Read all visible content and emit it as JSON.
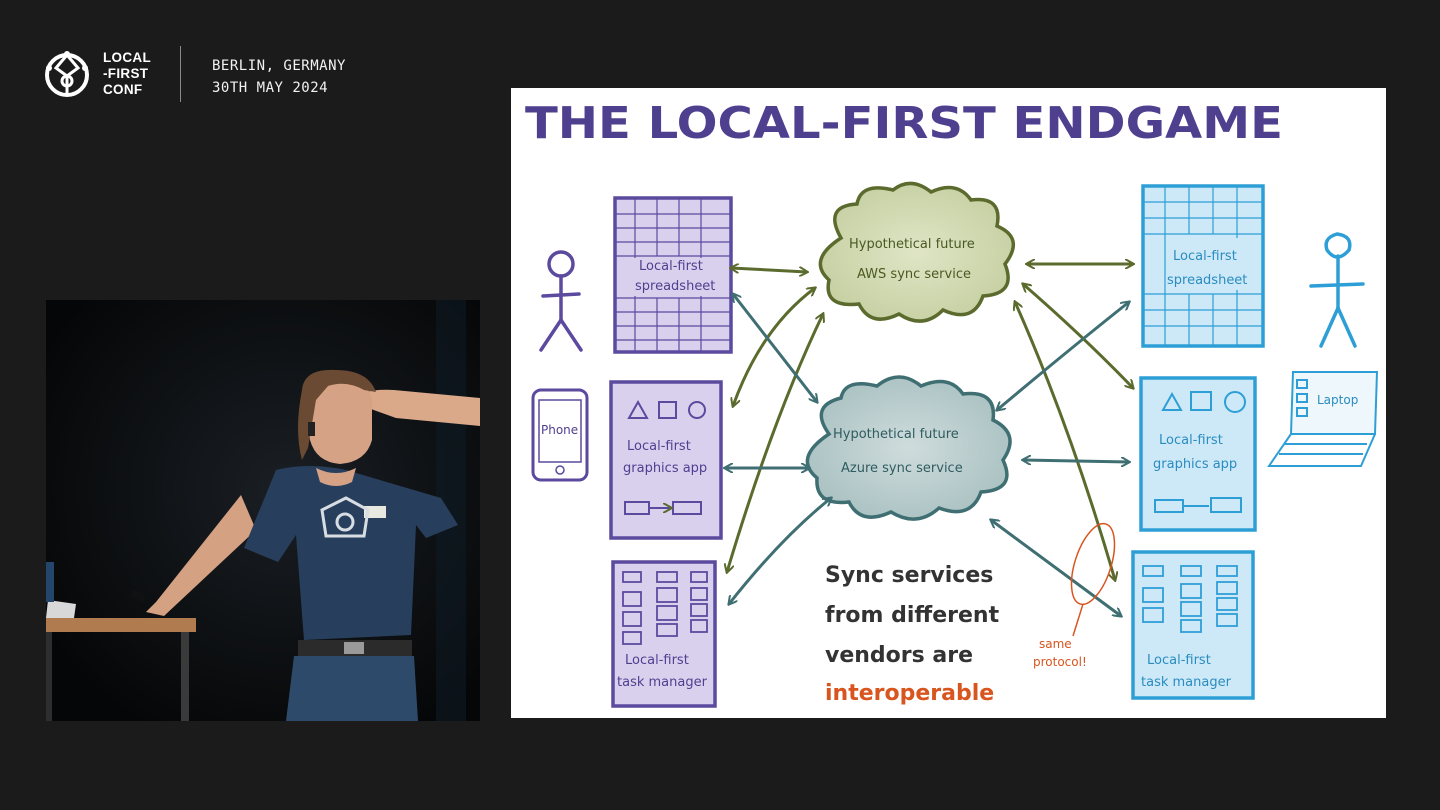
{
  "header": {
    "brand_lines": [
      "LOCAL",
      "-FIRST",
      "CONF"
    ],
    "location": "BERLIN, GERMANY",
    "date": "30TH MAY 2024"
  },
  "slide": {
    "title": "THE LOCAL-FIRST ENDGAME",
    "left_apps": {
      "spreadsheet": [
        "Local-first",
        "spreadsheet"
      ],
      "graphics": [
        "Local-first",
        "graphics app"
      ],
      "tasks": [
        "Local-first",
        "task manager"
      ]
    },
    "right_apps": {
      "spreadsheet": [
        "Local-first",
        "spreadsheet"
      ],
      "graphics": [
        "Local-first",
        "graphics app"
      ],
      "tasks": [
        "Local-first",
        "task manager"
      ]
    },
    "cloud_aws": [
      "Hypothetical future",
      "AWS sync service"
    ],
    "cloud_azure": [
      "Hypothetical future",
      "Azure sync service"
    ],
    "phone_label": "Phone",
    "laptop_label": "Laptop",
    "note_lines": [
      "Sync services",
      "from different",
      "vendors are"
    ],
    "note_highlight": "interoperable",
    "annotation": [
      "same",
      "protocol!"
    ],
    "colors": {
      "purple": "#5b4a9e",
      "purple_fill": "#d9d0ee",
      "blue": "#2e9fd6",
      "blue_fill": "#cde9f7",
      "green": "#5b6b2e",
      "teal": "#3f6f72",
      "orange": "#d9551f"
    }
  }
}
